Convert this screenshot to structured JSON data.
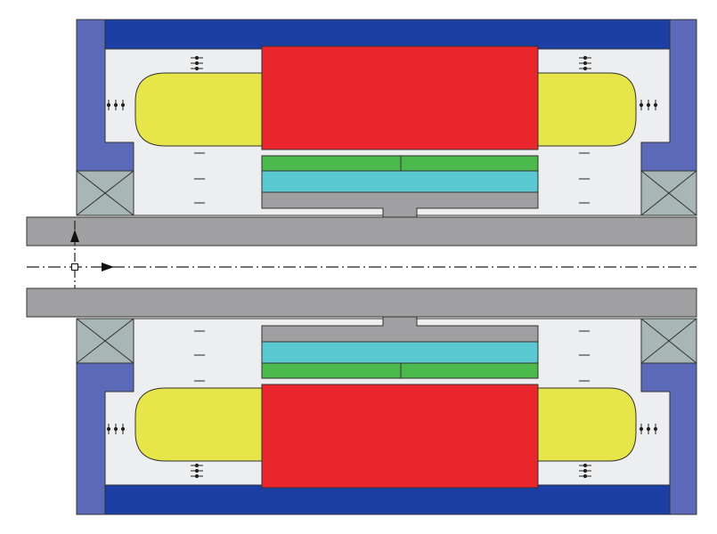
{
  "diagram": {
    "kind": "motor-cross-section",
    "colors": {
      "background": "#ffffff",
      "housing_inner": "#5b69b8",
      "housing_outer": "#1b3fa5",
      "stator_core": "#e8262b",
      "end_winding": "#e6e64a",
      "magnet": "#4bb94b",
      "rotor_sleeve": "#5ac8d0",
      "shaft": "#a0a0a2",
      "cavity": "#eceef0",
      "bearing": "#a8b6b6",
      "outline": "#222222"
    },
    "parts": [
      "housing-frame",
      "stator-core",
      "end-winding",
      "permanent-magnet",
      "rotor-sleeve",
      "rotor-hub",
      "shaft",
      "bearing",
      "center-axis"
    ]
  }
}
